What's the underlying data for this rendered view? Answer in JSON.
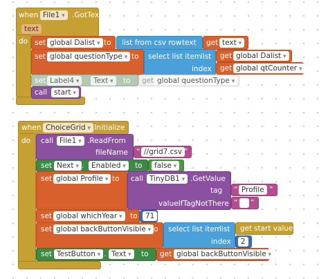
{
  "event1": {
    "when": "when",
    "component": "File1",
    "event": ".GotText",
    "param": "text",
    "do": "do",
    "set1": {
      "set": "set",
      "var": "global Dalist",
      "to": "to",
      "call": "list from csv row",
      "arg_label": "text",
      "get": "get",
      "get_var": "text"
    },
    "set2": {
      "set": "set",
      "var": "global questionType",
      "to": "to",
      "call": "select list item",
      "list_label": "list",
      "index_label": "index",
      "get": "get",
      "get_list": "global Dalist",
      "get_index": "global qtCounter"
    },
    "set3": {
      "set": "set",
      "component": "Label4",
      "prop": "Text",
      "to": "to",
      "get": "get",
      "get_var": "global questionType"
    },
    "call1": {
      "call": "call",
      "proc": "start"
    }
  },
  "event2": {
    "when": "when",
    "component": "ChoiceGrid",
    "event": ".Initialize",
    "do": "do",
    "readfrom": {
      "call": "call",
      "component": "File1",
      "method": ".ReadFrom",
      "arg_label": "fileName",
      "value": "//grid7.csv"
    },
    "enabled": {
      "set": "set",
      "component": "Next",
      "prop": "Enabled",
      "to": "to",
      "value": "false"
    },
    "profile": {
      "set": "set",
      "var": "global Profile",
      "to": "to",
      "call": "call",
      "component": "TinyDB1",
      "method": ".GetValue",
      "tag_label": "tag",
      "tag_value": "Profile",
      "default_label": "valueIfTagNotThere",
      "default_value": " "
    },
    "year": {
      "set": "set",
      "var": "global whichYear",
      "to": "to",
      "value": "71"
    },
    "back": {
      "set": "set",
      "var": "global backButtonVisible",
      "to": "to",
      "call": "select list item",
      "list_label": "list",
      "index_label": "index",
      "get": "get",
      "get_var": "start value",
      "index": "2"
    },
    "test": {
      "set": "set",
      "component": "TestButton",
      "prop": "Text",
      "to": "to",
      "get": "get",
      "get_var": "global backButtonVisible"
    }
  },
  "colors": {
    "event": "#c6a032",
    "variable_set": "#d8602c",
    "list": "#4aa0d8",
    "procedure": "#8b50a0",
    "text": "#b64d90",
    "component": "#3b8a45",
    "math": "#3a6fb3"
  }
}
